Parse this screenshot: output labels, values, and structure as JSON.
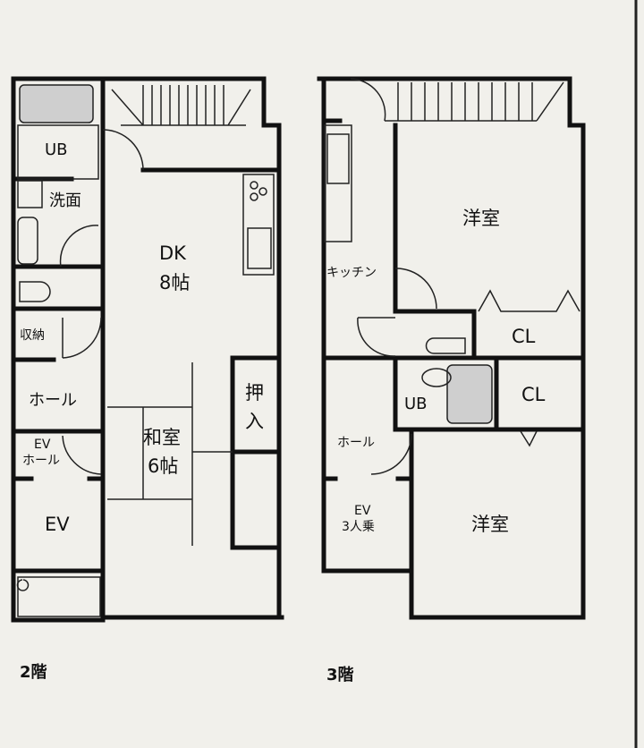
{
  "floor2": {
    "caption": "2階",
    "rooms": {
      "ub": "UB",
      "washroom": "洗面",
      "dk": "DK",
      "dk_size": "8帖",
      "storage": "収納",
      "hall": "ホール",
      "ev_hall_1": "EV",
      "ev_hall_2": "ホール",
      "ev": "EV",
      "washitsu": "和室",
      "washitsu_size": "6帖",
      "oshiire_1": "押",
      "oshiire_2": "入"
    }
  },
  "floor3": {
    "caption": "3階",
    "rooms": {
      "kitchen": "キッチン",
      "western_room_1": "洋室",
      "cl_1": "CL",
      "ub": "UB",
      "cl_2": "CL",
      "hall": "ホール",
      "ev_1": "EV",
      "ev_2": "3人乗",
      "western_room_2": "洋室"
    }
  }
}
